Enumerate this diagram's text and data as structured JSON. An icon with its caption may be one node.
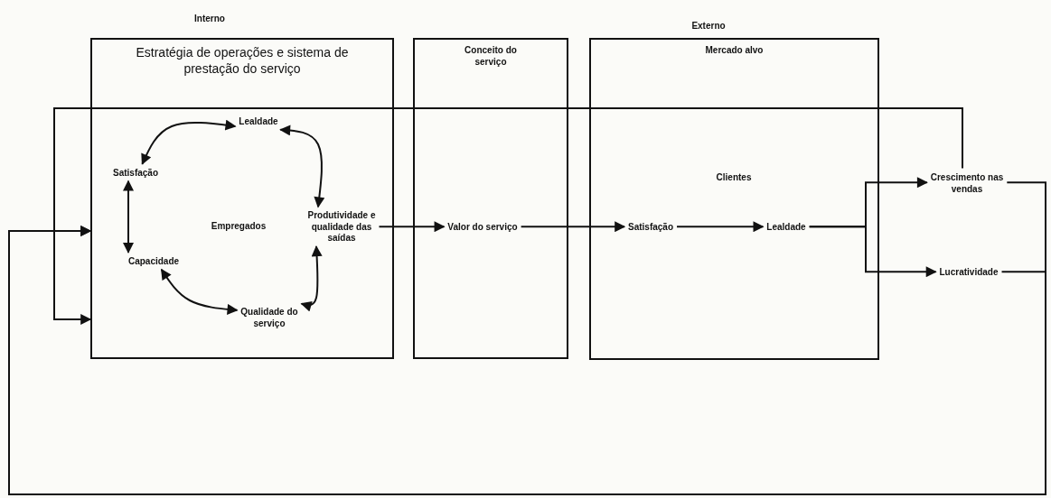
{
  "diagram": {
    "nodes": [
      {
        "text": [
          "Estratégia de operações e sistema de prestação do serviço"
        ]
      },
      {
        "text": [
          "Conceito do serviço"
        ]
      },
      {
        "text": [
          "Mercado alvo"
        ]
      },
      {
        "text": [
          "Lealdade"
        ],
        "in": 0
      },
      {
        "text": [
          "Satisfação"
        ],
        "in": 0
      },
      {
        "text": [
          "Produtividade e qualidade das saídas"
        ],
        "in": 0
      },
      {
        "text": [
          "Capacidade"
        ],
        "in": 0
      },
      {
        "text": [
          "Qualidade do serviço"
        ],
        "in": 0
      },
      {
        "text": [
          "Valor do serviço"
        ],
        "in": 1
      },
      {
        "text": [
          "Satisfação"
        ],
        "in": 2
      },
      {
        "text": [
          "Lealdade"
        ],
        "in": 2
      },
      {
        "text": [
          "Crescimento nas vendas"
        ]
      },
      {
        "text": [
          "Lucratividade"
        ]
      }
    ],
    "edges": [
      {
        "from": 3,
        "to": 4,
        "arrow": "both"
      },
      {
        "from": 3,
        "to": 5,
        "arrow": "both"
      },
      {
        "from": 4,
        "to": 6,
        "arrow": "both"
      },
      {
        "from": 6,
        "to": 7,
        "arrow": "both"
      },
      {
        "from": 7,
        "to": 5,
        "arrow": "both"
      },
      {
        "from": 5,
        "to": 8,
        "arrow": "to"
      },
      {
        "from": 8,
        "to": 9,
        "arrow": "to"
      },
      {
        "from": 9,
        "to": 10,
        "arrow": "to"
      },
      {
        "from": 10,
        "to": 11,
        "arrow": "to"
      },
      {
        "from": 10,
        "to": 12,
        "arrow": "to"
      },
      {
        "from": 11,
        "to": 0,
        "arrow": "to"
      },
      {
        "from": 11,
        "to": 0,
        "arrow": "to"
      },
      {
        "from": 12,
        "to": 0,
        "arrow": "to"
      }
    ],
    "labels": [
      "Interno",
      "Externo",
      "Empregados",
      "Clientes"
    ]
  }
}
